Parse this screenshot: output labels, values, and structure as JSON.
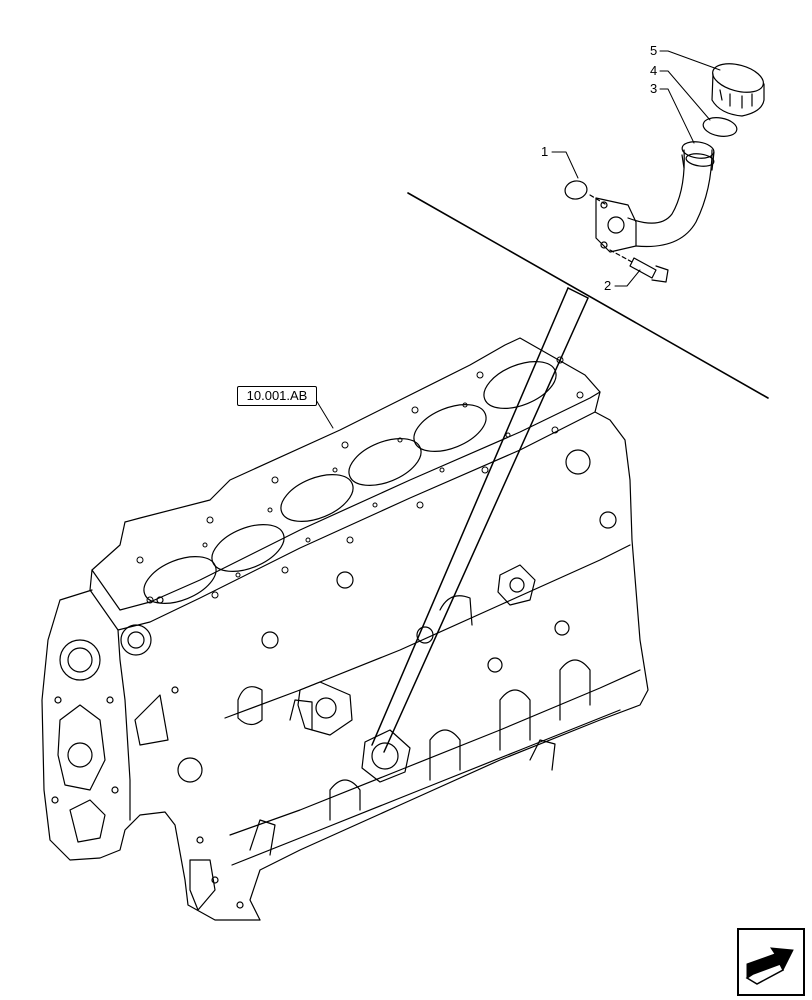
{
  "callouts": [
    {
      "id": "1",
      "label": "1"
    },
    {
      "id": "2",
      "label": "2"
    },
    {
      "id": "3",
      "label": "3"
    },
    {
      "id": "4",
      "label": "4"
    },
    {
      "id": "5",
      "label": "5"
    }
  ],
  "reference": {
    "label": "10.001.AB"
  },
  "nav": {
    "icon": "next-page-arrow-icon"
  },
  "colors": {
    "line": "#000000",
    "background": "#ffffff"
  }
}
